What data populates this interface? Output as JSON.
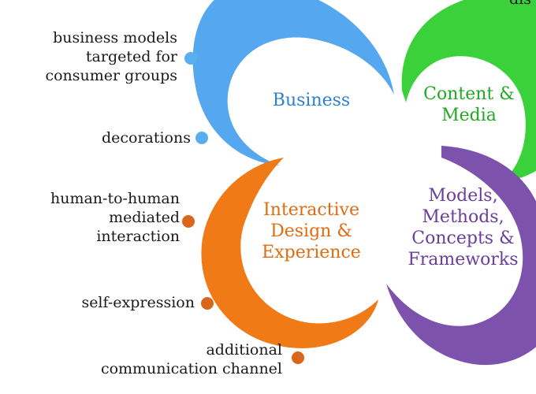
{
  "colors": {
    "business": "#55a7ef",
    "content": "#3ad13a",
    "interactive": "#f07a15",
    "models": "#7d52ad",
    "dot_blue": "#5aaef0",
    "dot_orange": "#d9661a"
  },
  "petals": {
    "business": "Business",
    "content": "Content &\nMedia",
    "interactive": "Interactive\nDesign &\nExperience",
    "models": "Models,\nMethods,\nConcepts &\nFrameworks"
  },
  "labels": {
    "business_models": "business models\ntargeted for\nconsumer groups",
    "decorations": "decorations",
    "human_to_human": "human-to-human\nmediated\ninteraction",
    "self_expression": "self-expression",
    "additional_channel": "additional\ncommunication channel",
    "top_right_cut": "dis"
  }
}
